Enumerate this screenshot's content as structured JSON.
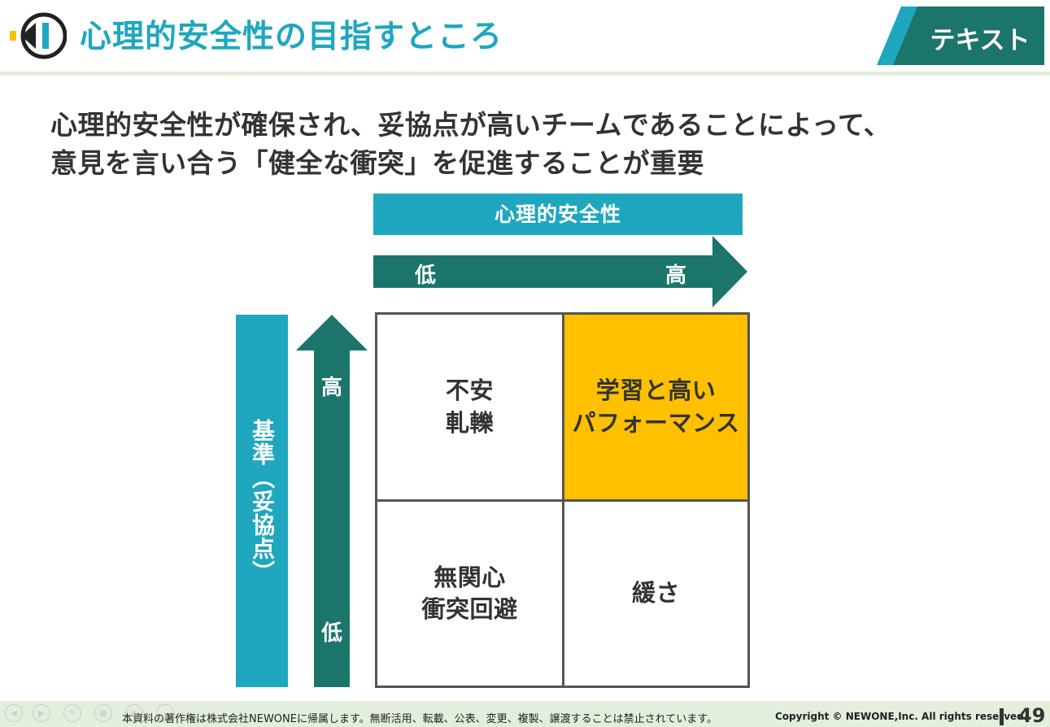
{
  "header": {
    "title": "心理的安全性の目指すところ",
    "tag": "テキスト",
    "colors": {
      "accent": "#1ea7bf",
      "dark_teal": "#1b756b",
      "highlight": "#ffc000"
    }
  },
  "headline": {
    "line1": "心理的安全性が確保され、妥協点が高いチームであることによって、",
    "line2": "意見を言い合う「健全な衝突」を促進することが重要"
  },
  "matrix": {
    "x_axis": {
      "title": "心理的安全性",
      "low": "低",
      "high": "高"
    },
    "y_axis": {
      "title": "基準（妥協点）",
      "high": "高",
      "low": "低"
    },
    "cells": {
      "top_left": "不安\n軋轢",
      "top_right": "学習と高い\nパフォーマンス",
      "bottom_left": "無関心\n衝突回避",
      "bottom_right": "緩さ"
    }
  },
  "footer": {
    "notice": "本資料の著作権は株式会社NEWONEに帰属します。無断活用、転載、公表、変更、複製、譲渡することは禁止されています。",
    "copyright": "Copyright © NEWONE,Inc.  All rights reserved.",
    "page_number": "49",
    "nav_icons": [
      "prev-icon",
      "next-icon",
      "pen-icon",
      "slides-icon",
      "zoom-icon",
      "more-icon"
    ]
  }
}
